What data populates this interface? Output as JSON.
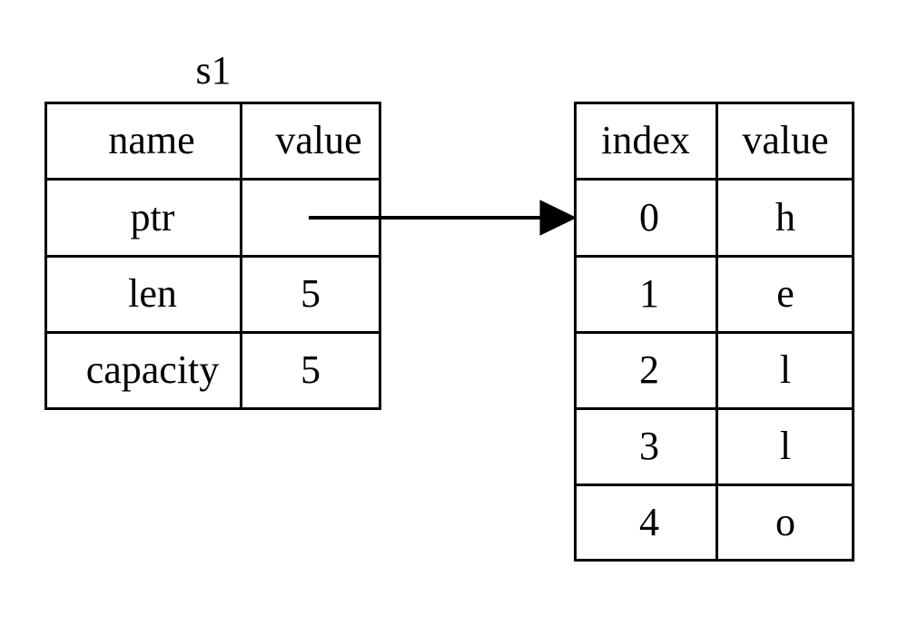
{
  "diagram": {
    "title_label": "s1",
    "stroke_color": "#000000",
    "background_color": "#ffffff",
    "text_color": "#000000"
  },
  "struct_table": {
    "name": "s1",
    "headers": [
      "name",
      "value"
    ],
    "rows": [
      {
        "name": "ptr",
        "value": ""
      },
      {
        "name": "len",
        "value": "5"
      },
      {
        "name": "capacity",
        "value": "5"
      }
    ]
  },
  "heap_table": {
    "headers": [
      "index",
      "value"
    ],
    "rows": [
      {
        "index": "0",
        "value": "h"
      },
      {
        "index": "1",
        "value": "e"
      },
      {
        "index": "2",
        "value": "l"
      },
      {
        "index": "3",
        "value": "l"
      },
      {
        "index": "4",
        "value": "o"
      }
    ]
  },
  "pointer_edge": {
    "icon": "arrow-right-icon",
    "from": "ptr",
    "to": "index-0"
  }
}
